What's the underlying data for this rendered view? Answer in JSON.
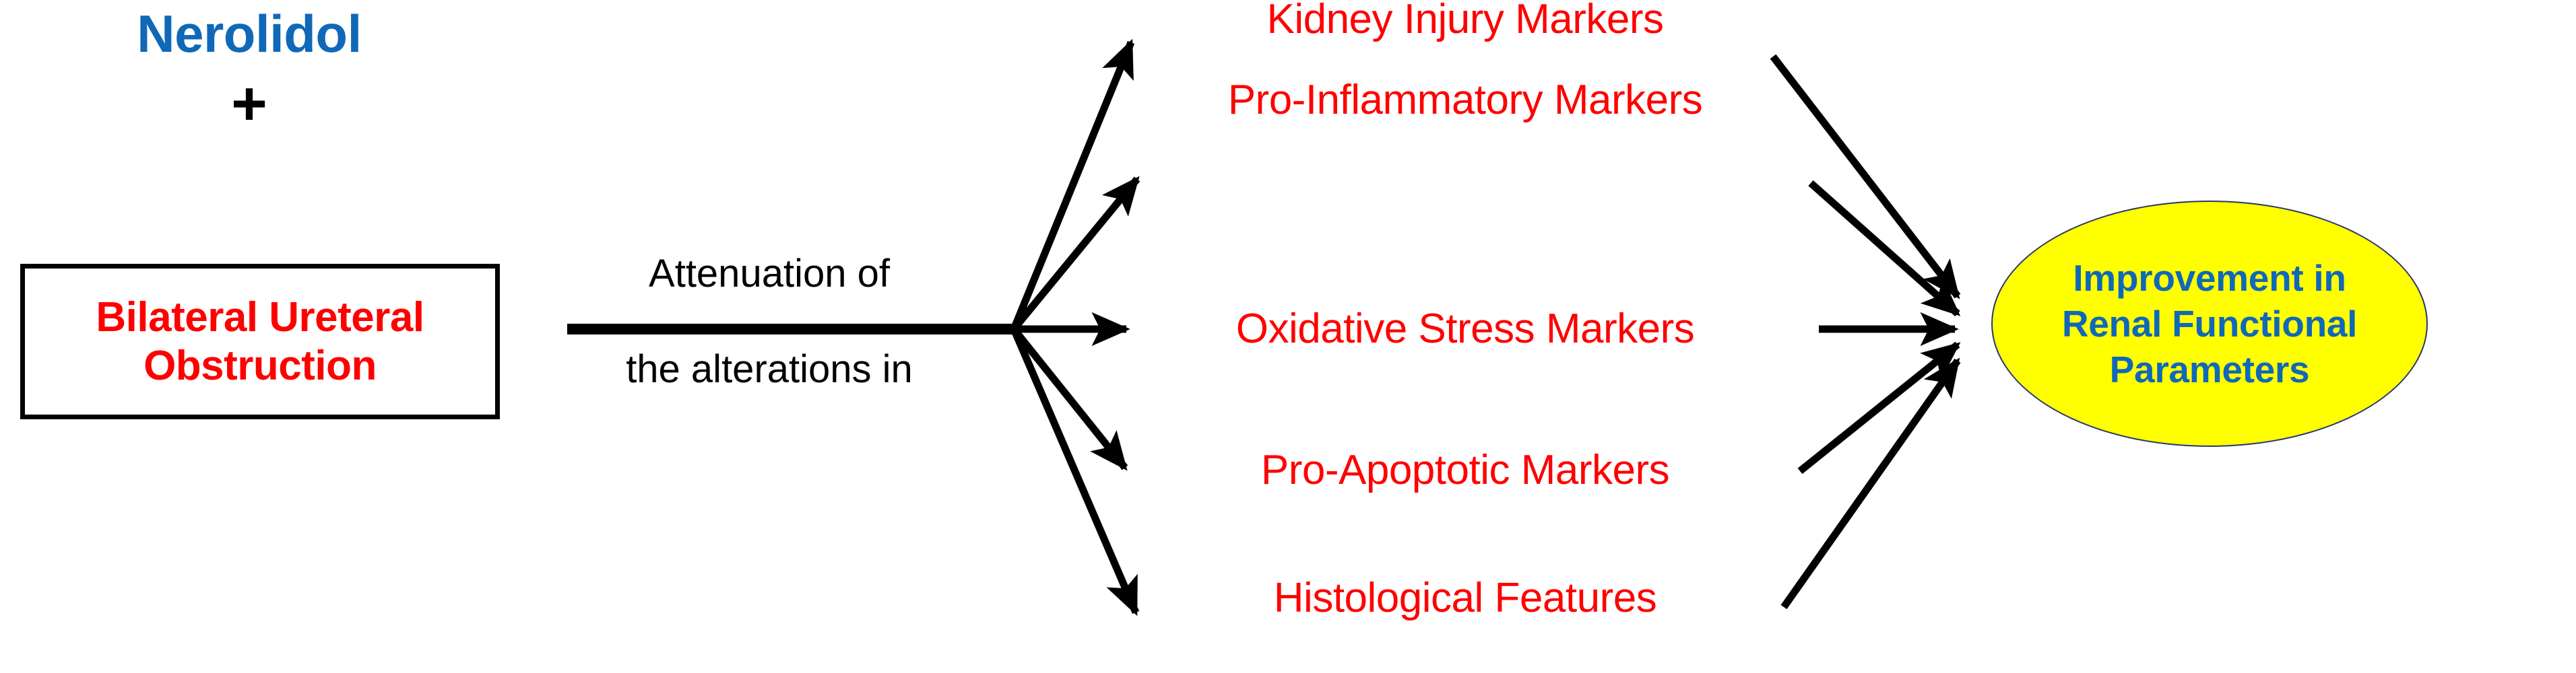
{
  "diagram": {
    "title_text": "Nerolidol",
    "operator": "+",
    "condition_box": {
      "label": "Bilateral Ureteral Obstruction",
      "line1": "Bilateral Ureteral",
      "line2": "Obstruction"
    },
    "stem": {
      "line_above": "Attenuation of",
      "line_below": "the alterations in"
    },
    "markers": [
      {
        "label": "Kidney Injury Markers"
      },
      {
        "label": "Pro-Inflammatory Markers"
      },
      {
        "label": "Oxidative Stress Markers"
      },
      {
        "label": "Pro-Apoptotic Markers"
      },
      {
        "label": "Histological Features"
      }
    ],
    "outcome": {
      "label": "Improvement in Renal Functional Parameters",
      "line1": "Improvement in",
      "line2": "Renal Functional",
      "line3": "Parameters"
    },
    "colors": {
      "accent_blue": "#1068B8",
      "marker_red": "#FF0000",
      "outcome_fill": "#FFFF00",
      "outcome_outline": "#27366B",
      "connector_black": "#000000",
      "background": "#FFFFFF"
    }
  }
}
